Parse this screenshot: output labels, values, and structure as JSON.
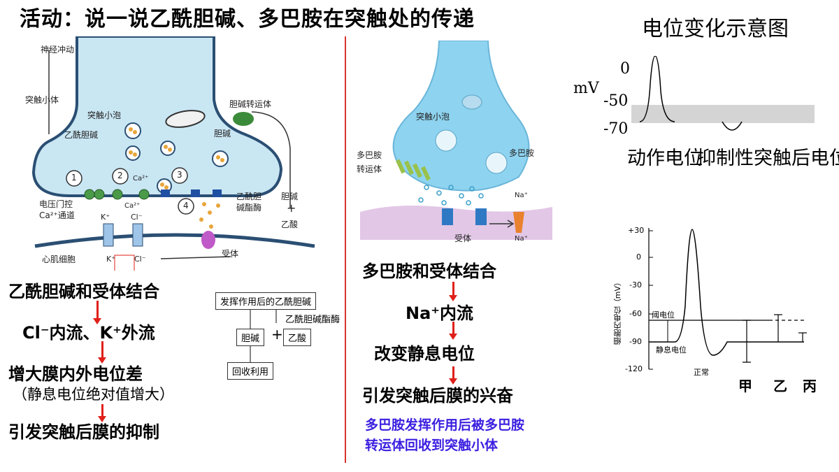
{
  "title": "活动：说一说乙酰胆碱、多巴胺在突触处的传递",
  "left_diagram": {
    "labels": {
      "nerve_impulse": "神经冲动",
      "synaptic_knob": "突触小体",
      "vesicle": "突触小泡",
      "ach": "乙酰胆碱",
      "choline": "胆碱",
      "choline_transporter": "胆碱转运体",
      "n1": "1",
      "n2": "2",
      "n3": "3",
      "n4": "4",
      "ca1": "Ca²⁺",
      "ca2": "Ca²⁺",
      "vgcc": "电压门控",
      "vgcc2": "Ca²⁺通道",
      "ache": "乙酰胆",
      "ache2": "碱酯酶",
      "choline2": "胆碱",
      "plus": "+",
      "acetate": "乙酸",
      "k_top": "K⁺",
      "cl_top": "Cl⁻",
      "k_bottom": "K⁺",
      "cl_bottom": "Cl⁻",
      "cardiac": "心肌细胞",
      "receptor": "受体"
    },
    "steps": [
      "乙酰胆碱和受体结合",
      "Cl⁻内流、K⁺外流",
      "增大膜内外电位差",
      "（静息电位绝对值增大）",
      "引发突触后膜的抑制"
    ],
    "flow": {
      "after_ach": "发挥作用后的乙酰胆碱",
      "enzyme": "乙酰胆碱酯酶",
      "choline": "胆碱",
      "plus": "+",
      "acetate": "乙酸",
      "recycle": "回收利用"
    }
  },
  "middle_diagram": {
    "labels": {
      "vesicle": "突触小泡",
      "dopamine": "多巴胺",
      "dat": "多巴胺",
      "dat2": "转运体",
      "na_top": "Na⁺",
      "na_bottom": "Na⁺",
      "receptor": "受体"
    },
    "steps": [
      "多巴胺和受体结合",
      "Na⁺内流",
      "改变静息电位",
      "引发突触后膜的兴奋"
    ],
    "note_line1": "多巴胺发挥作用后被多巴胺",
    "note_line2": "转运体回收到突触小体"
  },
  "potential_chart": {
    "title": "电位变化示意图",
    "ylabel": "mV",
    "ticks": [
      "0",
      "-50",
      "-70"
    ],
    "label_ap": "动作电位",
    "label_ipsp": "抑制性突触后电位"
  },
  "membrane_chart": {
    "ylabel": "细胞内电位（mV）",
    "ticks": [
      "+30",
      "0",
      "-30",
      "-60",
      "-90",
      "-120"
    ],
    "threshold": "阈电位",
    "resting": "静息电位",
    "normal": "正常",
    "cases": [
      "甲",
      "乙",
      "丙"
    ]
  }
}
